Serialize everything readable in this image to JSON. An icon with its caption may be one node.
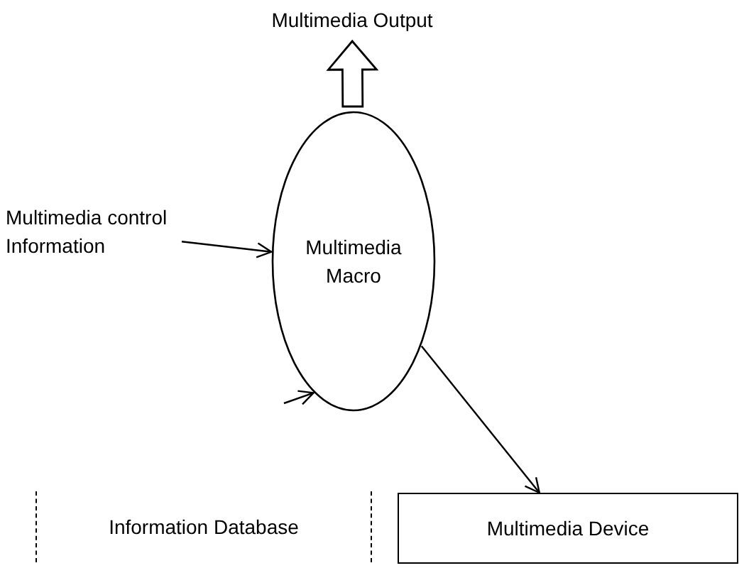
{
  "diagram": {
    "nodes": [
      {
        "text": [
          "Multimedia Output"
        ]
      },
      {
        "text": [
          "Multimedia Macro"
        ]
      },
      {
        "text": [
          "Multimedia control Information"
        ]
      },
      {
        "text": [
          "Information Database"
        ]
      },
      {
        "text": [
          "Multimedia Device"
        ]
      }
    ],
    "edges": [
      {
        "from": 1,
        "to": 0,
        "arrow": "to",
        "style": "thick"
      },
      {
        "from": 2,
        "to": 1,
        "arrow": "to"
      },
      {
        "from": null,
        "to": 1,
        "arrow": "to"
      },
      {
        "from": 1,
        "to": 4,
        "arrow": "to"
      }
    ]
  }
}
